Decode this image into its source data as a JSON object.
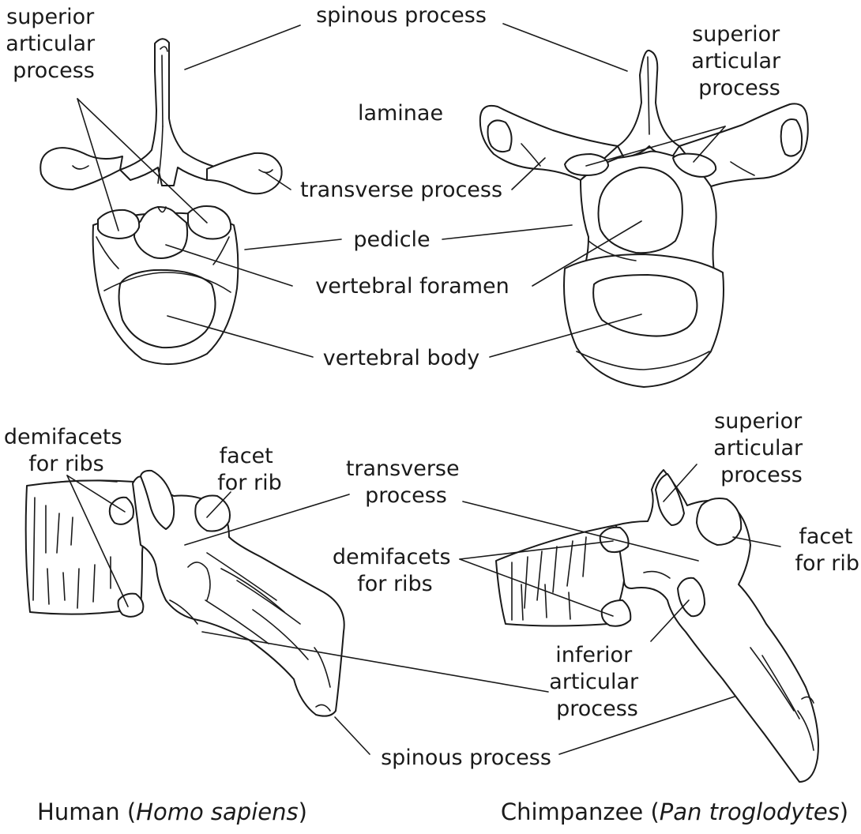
{
  "labels": {
    "human_top_superior_articular_process": [
      "superior",
      "articular",
      "process"
    ],
    "top_spinous_process": "spinous process",
    "chimp_top_superior_articular_process": [
      "superior",
      "articular",
      "process"
    ],
    "laminae": "laminae",
    "transverse_process_top": "transverse process",
    "pedicle": "pedicle",
    "vertebral_foramen": "vertebral foramen",
    "vertebral_body": "vertebral body",
    "human_side_demifacets": [
      "demifacets",
      "for ribs"
    ],
    "human_side_facet_for_rib": [
      "facet",
      "for rib"
    ],
    "transverse_process_side": [
      "transverse",
      "process"
    ],
    "chimp_side_superior_articular_process": [
      "superior",
      "articular",
      "process"
    ],
    "chimp_side_facet_for_rib": [
      "facet",
      "for rib"
    ],
    "chimp_side_demifacets": [
      "demifacets",
      "for ribs"
    ],
    "inferior_articular_process": [
      "inferior",
      "articular",
      "process"
    ],
    "bottom_spinous_process": "spinous process"
  },
  "captions": {
    "human": {
      "common": "Human (",
      "species": "Homo sapiens",
      "close": ")"
    },
    "chimp": {
      "common": "Chimpanzee (",
      "species": "Pan troglodytes",
      "close": ")"
    }
  },
  "colors": {
    "line": "#1a1a1a",
    "background": "#ffffff"
  }
}
